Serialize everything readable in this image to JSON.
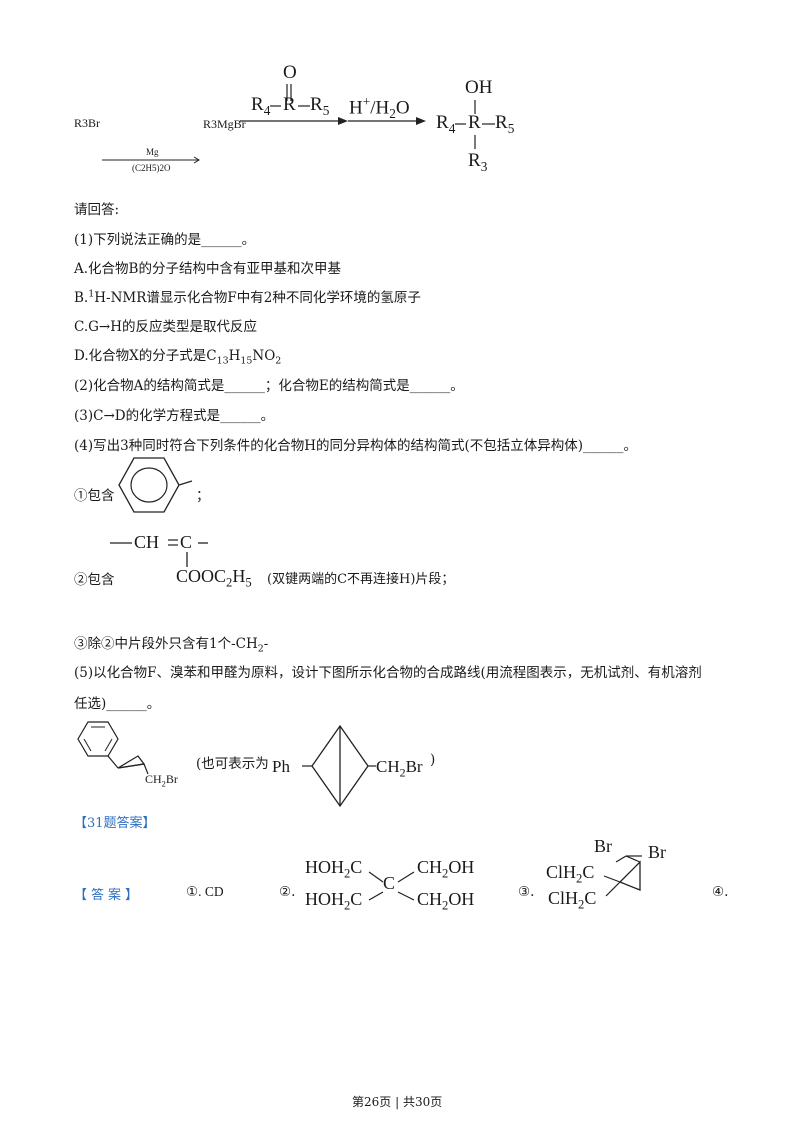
{
  "scheme": {
    "r3br": "R3Br",
    "reagent_top": "Mg",
    "reagent_bottom": "(C2H5)2O",
    "r3mgbr": "R3MgBr",
    "ketone_o": "O",
    "ketone_r4": "R4",
    "ketone_r": "R",
    "ketone_r5": "R5",
    "acid_reagent": "H+/H2O",
    "prod_oh": "OH",
    "prod_r4": "R4",
    "prod_r": "R",
    "prod_r5": "R5",
    "prod_r3": "R3"
  },
  "intro": "请回答:",
  "q1": {
    "stem": "(1)下列说法正确的是______。",
    "a": "A.化合物B的分子结构中含有亚甲基和次甲基",
    "b_sup": "1",
    "b_text": "H-NMR谱显示化合物F中有2种不同化学环境的氢原子",
    "b_prefix": "B.",
    "c": "C.G→H的反应类型是取代反应",
    "d_prefix": "D.化合物X的分子式是C",
    "d_13": "13",
    "d_h": "H",
    "d_15": "15",
    "d_no": "NO",
    "d_2": "2"
  },
  "q2": "(2)化合物A的结构简式是______；化合物E的结构简式是______。",
  "q3": "(3)C→D的化学方程式是______。",
  "q4": "(4)写出3种同时符合下列条件的化合物H的同分异构体的结构简式(不包括立体异构体)______。",
  "cond1": {
    "label": "①包含",
    "end": "；"
  },
  "cond2": {
    "label": "②包含",
    "frag_top": "CH═C",
    "frag_bottom": "COOC2H5",
    "note": "(双键两端的C不再连接H)片段；"
  },
  "cond3": "③除②中片段外只含有1个-CH2-",
  "q5_line1": "(5)以化合物F、溴苯和甲醛为原料，设计下图所示化合物的合成路线(用流程图表示，无机试剂、有机溶剂",
  "q5_line2": "任选)______。",
  "target": {
    "ch2br_small": "CH2Br",
    "alt_text": "(也可表示为",
    "ph": "Ph",
    "ch2br": "CH2Br",
    "close": ")"
  },
  "answer_header": "【31题答案】",
  "answer": {
    "label": "【答案】",
    "a1": "①. CD",
    "a2_num": "②.",
    "a3_num": "③.",
    "a4_num": "④.",
    "c_center": "C",
    "hoh2c_1": "HOH2C",
    "hoh2c_2": "HOH2C",
    "ch2oh_1": "CH2OH",
    "ch2oh_2": "CH2OH",
    "br1": "Br",
    "br2": "Br",
    "clh2c_1": "ClH2C",
    "clh2c_2": "ClH2C"
  },
  "footer": "第26页 | 共30页"
}
